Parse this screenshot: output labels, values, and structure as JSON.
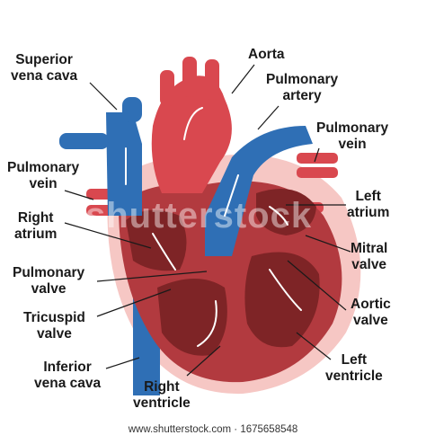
{
  "labels": {
    "superior_vena_cava": [
      "Superior",
      "vena cava"
    ],
    "aorta": [
      "Aorta"
    ],
    "pulmonary_artery": [
      "Pulmonary",
      "artery"
    ],
    "pulmonary_vein_right": [
      "Pulmonary",
      "vein"
    ],
    "pulmonary_vein_left": [
      "Pulmonary",
      "vein"
    ],
    "left_atrium": [
      "Left",
      "atrium"
    ],
    "right_atrium": [
      "Right",
      "atrium"
    ],
    "mitral_valve": [
      "Mitral",
      "valve"
    ],
    "pulmonary_valve": [
      "Pulmonary",
      "valve"
    ],
    "aortic_valve": [
      "Aortic",
      "valve"
    ],
    "tricuspid_valve": [
      "Tricuspid",
      "valve"
    ],
    "inferior_vena_cava": [
      "Inferior",
      "vena cava"
    ],
    "left_ventricle": [
      "Left",
      "ventricle"
    ],
    "right_ventricle": [
      "Right",
      "ventricle"
    ]
  },
  "watermark": "shutterstock",
  "footer": "www.shutterstock.com · 1675658548",
  "colors": {
    "blue": "#2f6fb5",
    "blue_dark": "#245a96",
    "red": "#d9484f",
    "red_dark": "#a8303a",
    "muscle": "#b23a3f",
    "chamber": "#7e2426",
    "pink": "#f6c7c4"
  }
}
